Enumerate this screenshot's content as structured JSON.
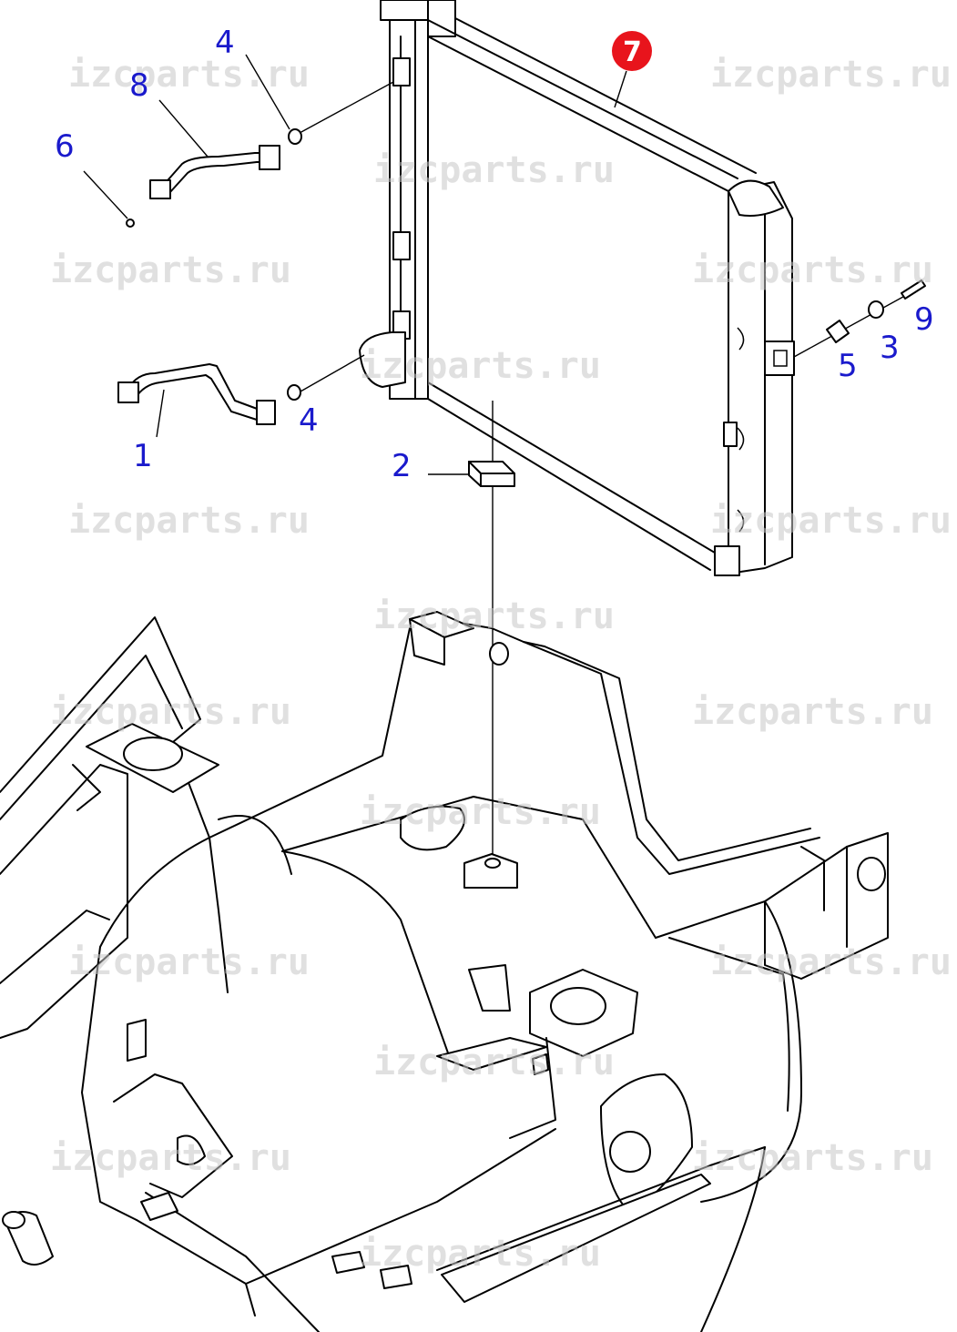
{
  "watermark": {
    "text": "izcparts.ru",
    "color": "#c8c8c8"
  },
  "callouts": {
    "c1": "1",
    "c2": "2",
    "c3": "3",
    "c4a": "4",
    "c4b": "4",
    "c5": "5",
    "c6": "6",
    "c7": "7",
    "c8": "8",
    "c9": "9"
  },
  "colors": {
    "callout_text": "#1a1acc",
    "highlight_badge": "#e8141c",
    "line": "#000000"
  }
}
